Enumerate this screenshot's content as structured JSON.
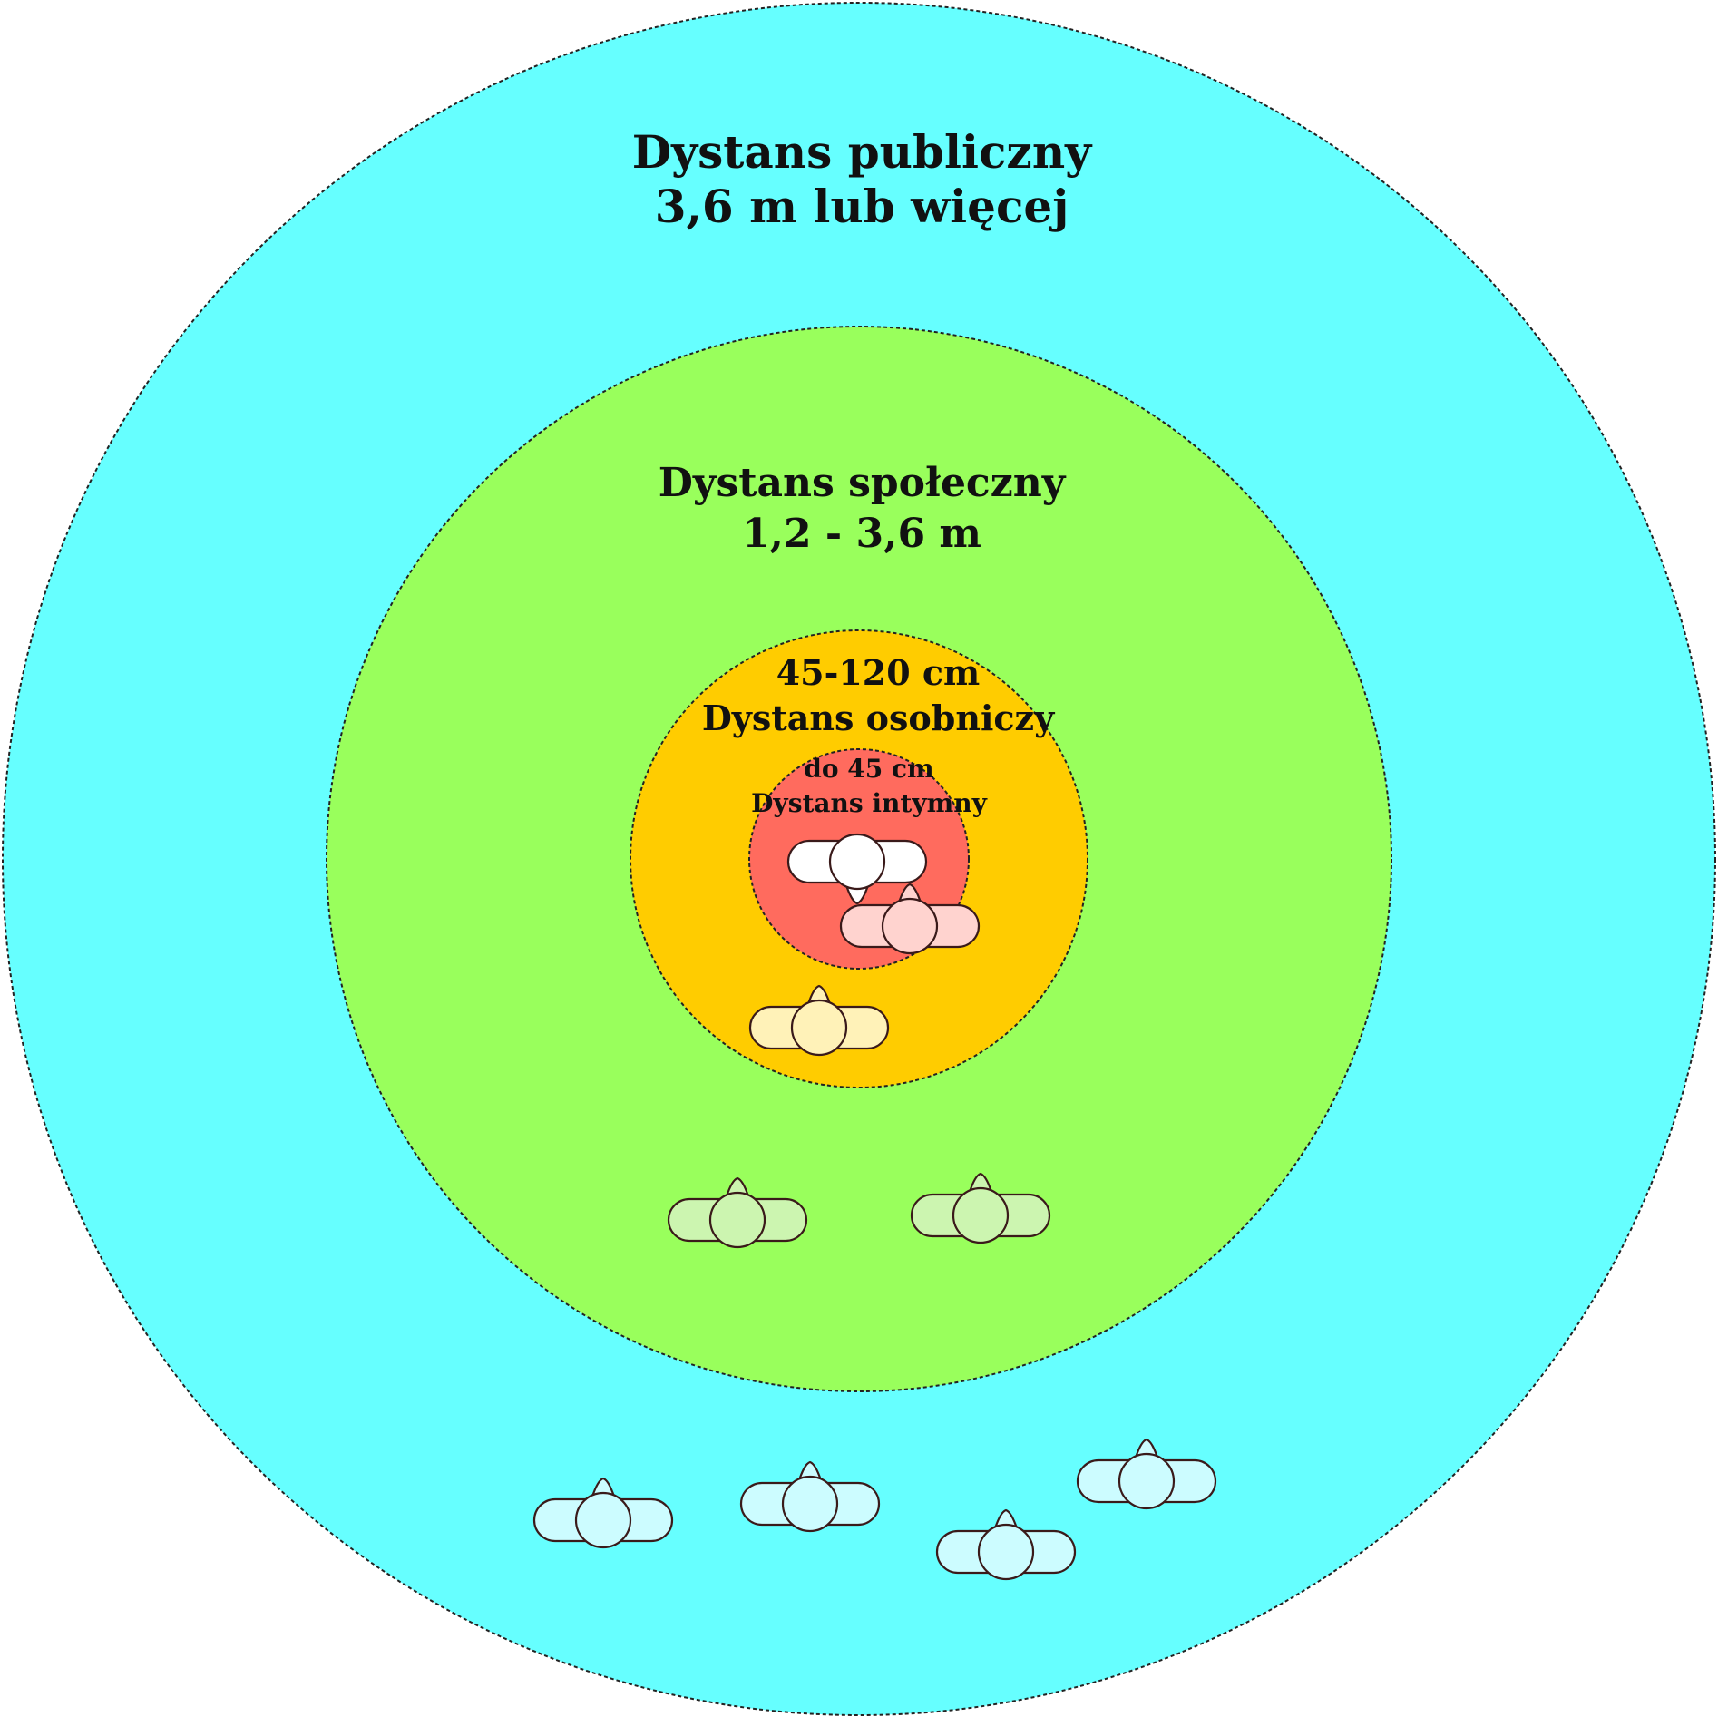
{
  "zones": [
    {
      "id": "public",
      "title": "Dystans publiczny",
      "range": "3,6 m lub więcej",
      "color": "#66ffff"
    },
    {
      "id": "social",
      "title": "Dystans społeczny",
      "range": "1,2 - 3,6 m",
      "color": "#99ff5c"
    },
    {
      "id": "personal",
      "title": "Dystans osobniczy",
      "range": "45-120 cm",
      "color": "#ffcc00"
    },
    {
      "id": "intimate",
      "title": "Dystans intymny",
      "range": "do 45 cm",
      "color": "#ff6b5e"
    }
  ],
  "person_colors": {
    "center": "#ffffff",
    "intimate": "#ffd3cf",
    "personal": "#fff2b8",
    "social": "#ccf5b0",
    "public": "#ccfcff"
  }
}
